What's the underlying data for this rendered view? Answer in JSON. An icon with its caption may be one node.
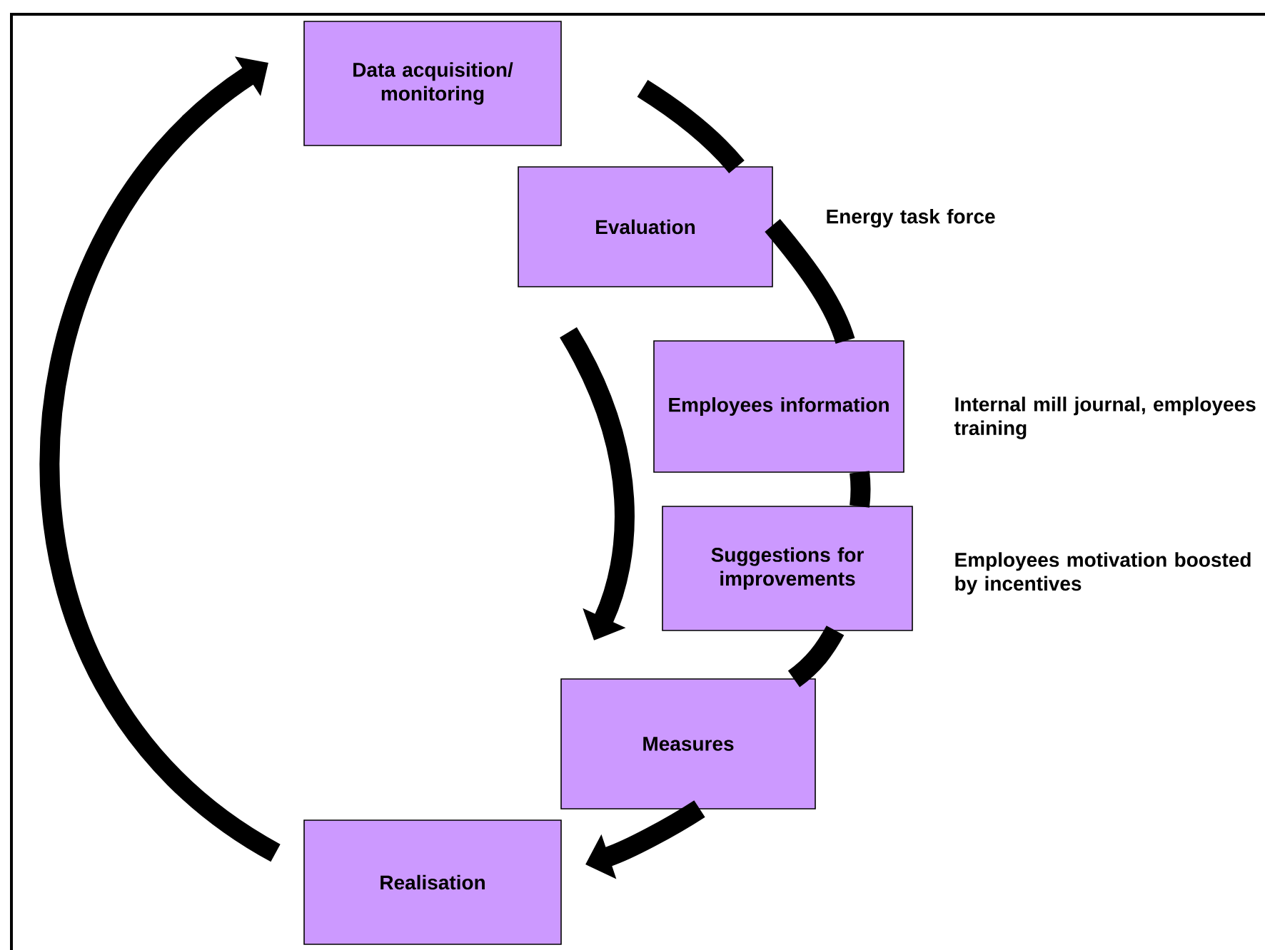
{
  "diagram": {
    "nodes": [
      {
        "text": [
          "Data acquisition/ monitoring"
        ]
      },
      {
        "text": [
          "Evaluation"
        ],
        "beside": [
          "Energy task force"
        ]
      },
      {
        "text": [
          "Employees information"
        ],
        "beside": [
          "Internal mill journal, employees training"
        ]
      },
      {
        "text": [
          "Suggestions for improvements"
        ],
        "beside": [
          "Employees motivation boosted by incentives"
        ]
      },
      {
        "text": [
          "Measures"
        ]
      },
      {
        "text": [
          "Realisation"
        ]
      }
    ],
    "edges": [
      {
        "from": 0,
        "to": 1,
        "arrow": "none"
      },
      {
        "from": 1,
        "to": 2,
        "arrow": "none"
      },
      {
        "from": 2,
        "to": 3,
        "arrow": "none"
      },
      {
        "from": 3,
        "to": 4,
        "arrow": "none"
      },
      {
        "from": 4,
        "to": 5,
        "arrow": "to"
      },
      {
        "from": 5,
        "to": 0,
        "arrow": "to"
      },
      {
        "from": 1,
        "to": 4,
        "arrow": "to"
      }
    ]
  }
}
